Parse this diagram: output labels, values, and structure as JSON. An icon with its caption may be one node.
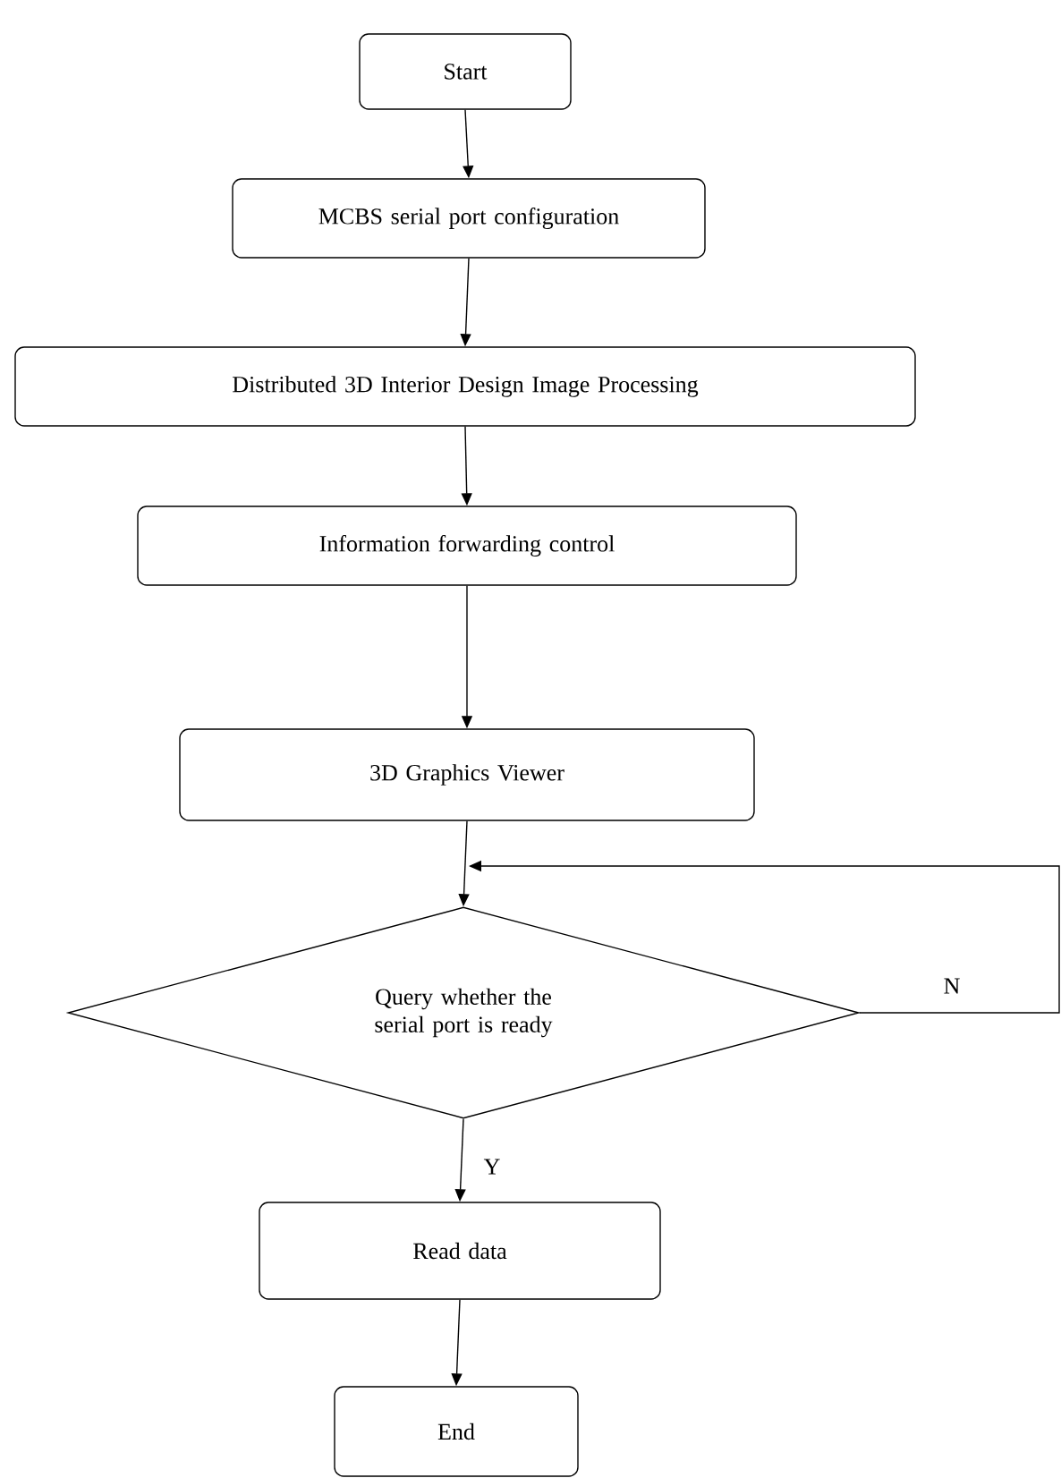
{
  "diagram": {
    "nodes": [
      {
        "text": [
          "Start"
        ]
      },
      {
        "text": [
          "MCBS serial port configuration"
        ]
      },
      {
        "text": [
          "Distributed 3D Interior Design Image Processing"
        ]
      },
      {
        "text": [
          "Information forwarding control"
        ]
      },
      {
        "text": [
          "3D Graphics Viewer"
        ]
      },
      {
        "text": [
          "Query whether the serial port is ready"
        ]
      },
      {
        "text": [
          "Read data"
        ]
      },
      {
        "text": [
          "End"
        ]
      }
    ],
    "edges": [
      {
        "from": 0,
        "to": 1,
        "arrow": "to"
      },
      {
        "from": 1,
        "to": 2,
        "arrow": "to"
      },
      {
        "from": 2,
        "to": 3,
        "arrow": "to"
      },
      {
        "from": 3,
        "to": 4,
        "arrow": "to"
      },
      {
        "from": 4,
        "to": 5,
        "arrow": "to"
      },
      {
        "from": 5,
        "to": 6,
        "arrow": "to",
        "label": "Y"
      },
      {
        "from": 6,
        "to": 7,
        "arrow": "to"
      },
      {
        "from": 5,
        "to": 5,
        "arrow": "to",
        "label": "N"
      }
    ]
  }
}
